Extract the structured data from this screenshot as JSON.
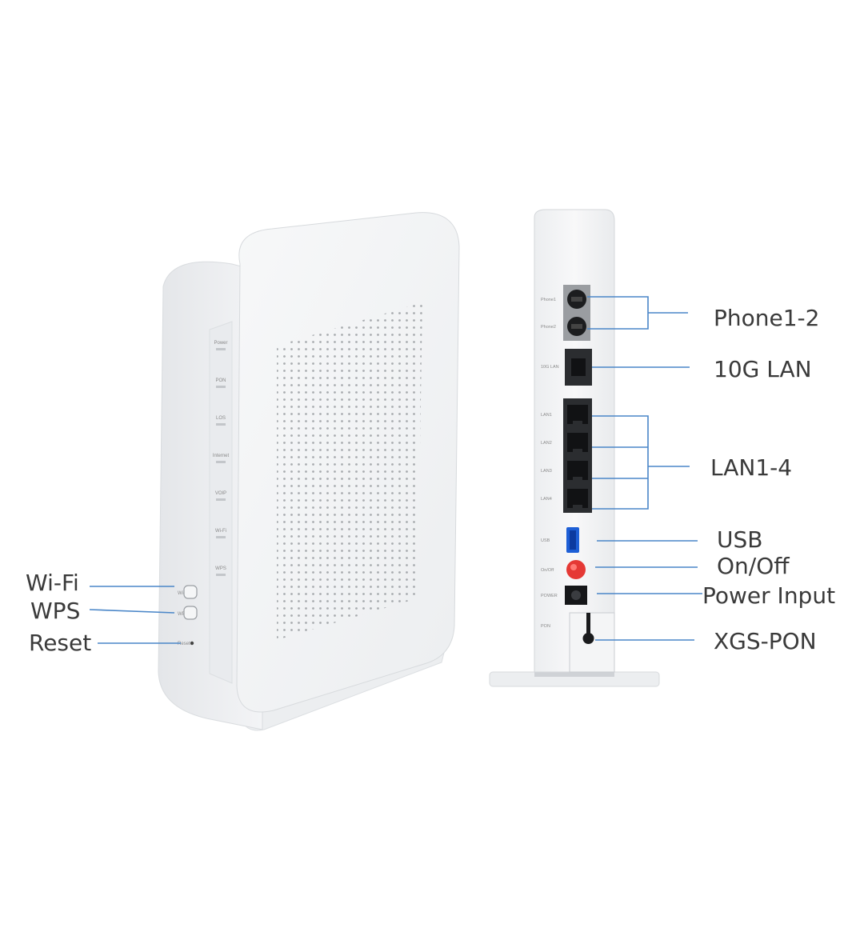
{
  "front_view": {
    "leds": [
      {
        "label": "Power"
      },
      {
        "label": "PON"
      },
      {
        "label": "LOS"
      },
      {
        "label": "Internet"
      },
      {
        "label": "VOIP"
      },
      {
        "label": "Wi-Fi"
      },
      {
        "label": "WPS"
      }
    ],
    "buttons": [
      {
        "label": "Wi-Fi"
      },
      {
        "label": "WPS"
      }
    ],
    "reset_label": "Reset"
  },
  "back_view": {
    "ports": [
      {
        "label": "Phone1"
      },
      {
        "label": "Phone2"
      },
      {
        "label": "10G LAN"
      },
      {
        "label": "LAN1"
      },
      {
        "label": "LAN2"
      },
      {
        "label": "LAN3"
      },
      {
        "label": "LAN4"
      },
      {
        "label": "USB"
      },
      {
        "label": "On/Off"
      },
      {
        "label": "POWER"
      },
      {
        "label": "PON"
      }
    ]
  },
  "callouts": {
    "left": {
      "wifi": "Wi-Fi",
      "wps": "WPS",
      "reset": "Reset"
    },
    "right": {
      "phone": "Phone1-2",
      "lan10g": "10G LAN",
      "lan": "LAN1-4",
      "usb": "USB",
      "onoff": "On/Off",
      "power": "Power Input",
      "pon": "XGS-PON"
    }
  },
  "colors": {
    "leader_line": "#4a86c8",
    "power_button": "#e53935",
    "usb_port": "#1e5fd6",
    "device_body": "#f1f2f4"
  }
}
